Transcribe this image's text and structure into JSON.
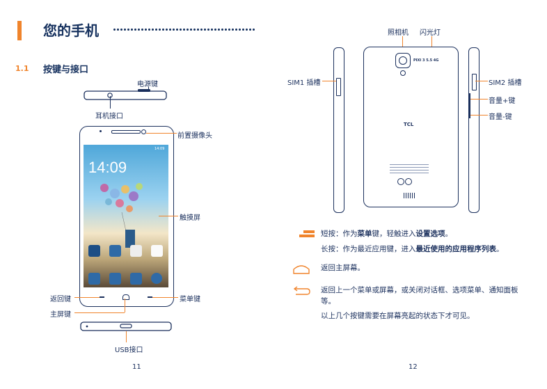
{
  "heading": {
    "title": "您的手机",
    "section_number": "1.1",
    "section_title": "按键与接口"
  },
  "left_labels": {
    "power_key": "电源键",
    "headset_jack": "耳机接口",
    "front_camera": "前置摄像头",
    "touchscreen": "触摸屏",
    "back_key": "返回键",
    "home_key": "主屏键",
    "menu_key": "菜单键",
    "usb_port": "USB接口"
  },
  "phone_screen": {
    "time": "14:09",
    "status": "14:09"
  },
  "right_labels": {
    "camera": "照相机",
    "flash": "闪光灯",
    "sim1": "SIM1 插槽",
    "sim2": "SIM2 插槽",
    "volume_up": "音量+键",
    "volume_down": "音量-键"
  },
  "back_brand": {
    "model": "PIXI 3 5.5 4G",
    "logo": "TCL"
  },
  "legend": {
    "menu_short_prefix": "短按：作为",
    "menu_short_bold1": "菜单",
    "menu_short_mid": "键，轻触进入",
    "menu_short_bold2": "设置选项",
    "menu_short_end": "。",
    "menu_long_prefix": "长按：作为最近应用键，进入",
    "menu_long_bold": "最近使用的应用程序列表",
    "menu_long_end": "。",
    "home_text": "返回主屏幕。",
    "back_text": "返回上一个菜单或屏幕，或关闭对话框、选项菜单、通知面板等。",
    "note": "以上几个按键需要在屏幕亮起的状态下才可见。"
  },
  "pages": {
    "left": "11",
    "right": "12"
  },
  "colors": {
    "accent": "#f0842c",
    "text": "#1a2f5c"
  }
}
